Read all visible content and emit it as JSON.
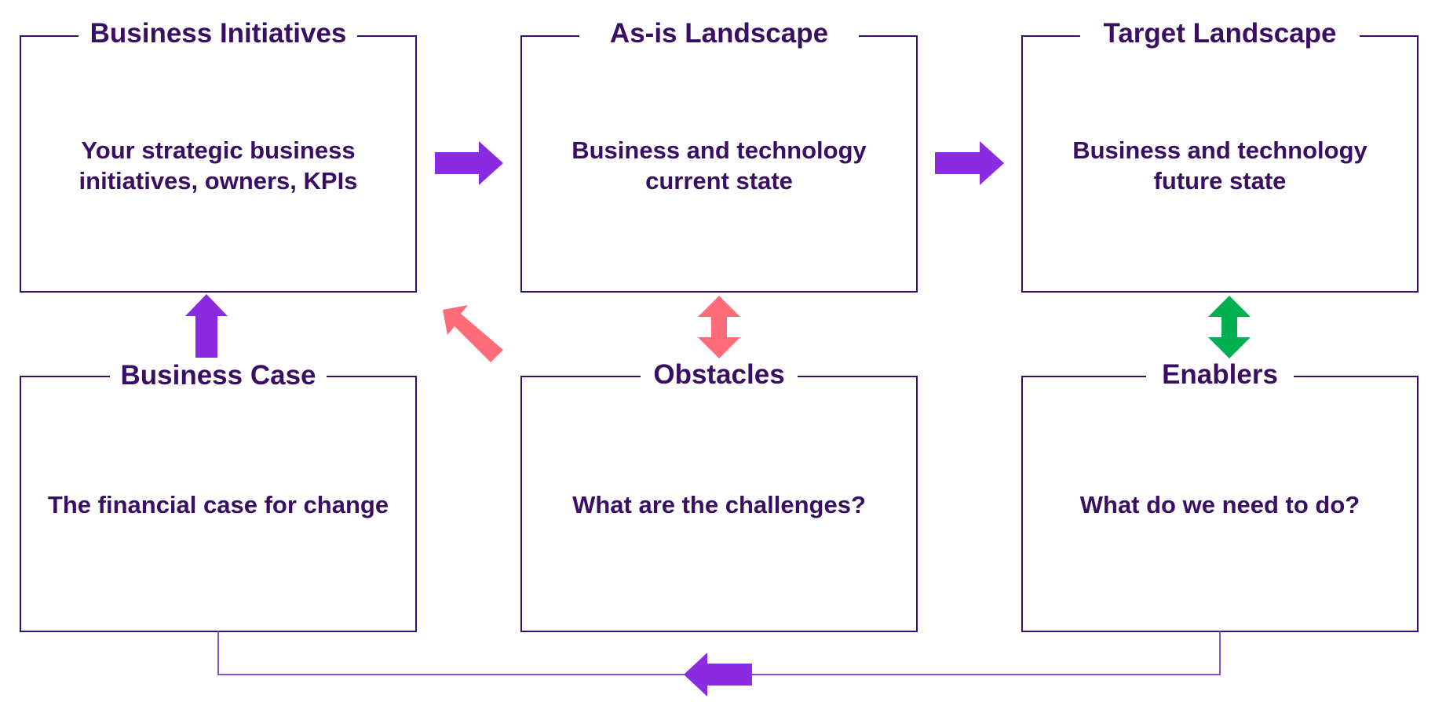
{
  "colors": {
    "text": "#3a0f63",
    "frame": "#3a0f63",
    "connector": "#8a4fd0",
    "arrow_purple": "#8a2be2",
    "arrow_pink": "#ff6b78",
    "arrow_green": "#00b050"
  },
  "boxes": {
    "business_initiatives": {
      "title": "Business Initiatives",
      "line1": "Your strategic business",
      "line2": "initiatives, owners, KPIs"
    },
    "as_is_landscape": {
      "title": "As-is Landscape",
      "line1": "Business and technology",
      "line2": "current state"
    },
    "target_landscape": {
      "title": "Target Landscape",
      "line1": "Business and technology",
      "line2": "future state"
    },
    "business_case": {
      "title": "Business Case",
      "line1": "The financial case for change"
    },
    "obstacles": {
      "title": "Obstacles",
      "line1": "What are the challenges?"
    },
    "enablers": {
      "title": "Enablers",
      "line1": "What do we need to do?"
    }
  },
  "arrows": {
    "initiatives_to_as_is": "arrow-right-icon",
    "as_is_to_target": "arrow-right-icon",
    "case_to_initiatives": "arrow-up-icon",
    "obstacles_to_initiatives": "arrow-diagonal-icon",
    "as_is_obstacles": "double-arrow-vertical-icon",
    "target_enablers": "double-arrow-vertical-icon",
    "enablers_to_case": "arrow-left-icon"
  }
}
